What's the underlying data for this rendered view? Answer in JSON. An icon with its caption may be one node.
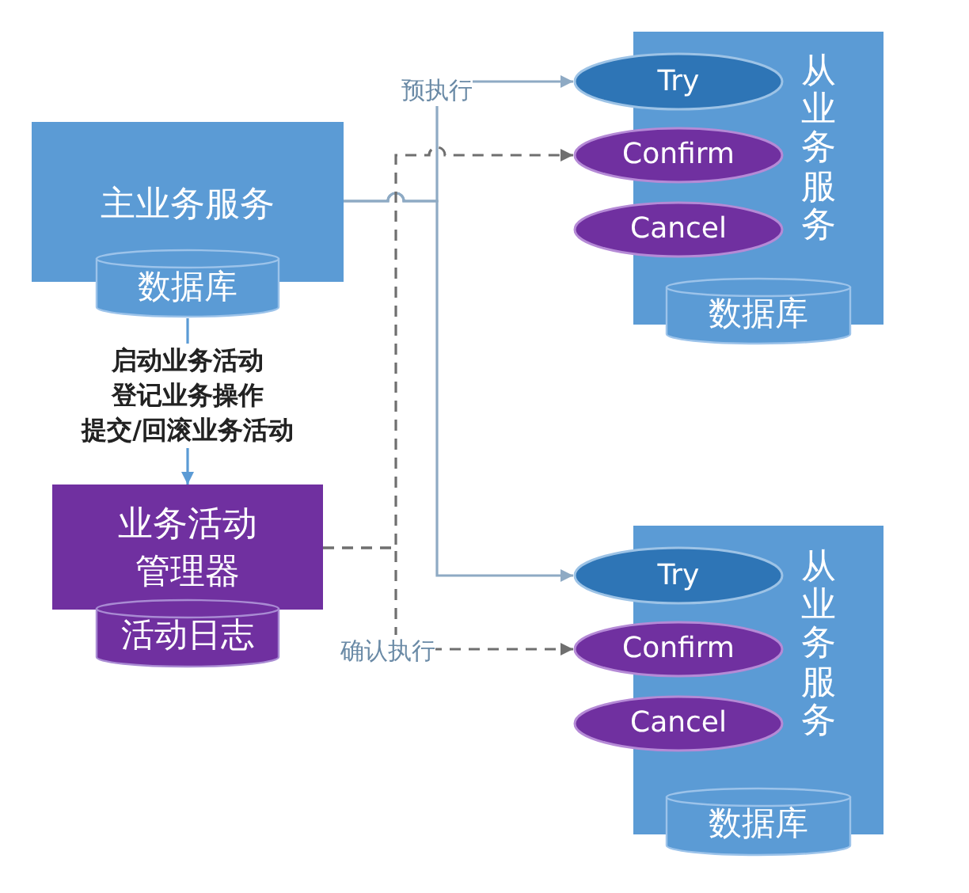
{
  "diagram": {
    "nodes": [
      {
        "text": [
          "主业务服务"
        ]
      },
      {
        "text": [
          "数据库"
        ]
      },
      {
        "text": [
          "业务活动管理器"
        ]
      },
      {
        "text": [
          "活动日志"
        ]
      },
      {
        "text": [
          "从业务服务"
        ]
      },
      {
        "text": [
          "Try"
        ]
      },
      {
        "text": [
          "Confirm"
        ]
      },
      {
        "text": [
          "Cancel"
        ]
      },
      {
        "text": [
          "数据库"
        ]
      },
      {
        "text": [
          "从业务服务"
        ]
      },
      {
        "text": [
          "Try"
        ]
      },
      {
        "text": [
          "Confirm"
        ]
      },
      {
        "text": [
          "Cancel"
        ]
      },
      {
        "text": [
          "数据库"
        ]
      }
    ],
    "edges": [
      {
        "from": 1,
        "to": 2,
        "arrow": "to",
        "label": "启动业务活动登记业务操作提交/回滚业务活动",
        "color": "#5b9bd5"
      },
      {
        "from": 0,
        "to": 5,
        "arrow": "to",
        "label": "预执行"
      },
      {
        "from": 0,
        "to": 10,
        "arrow": "to"
      },
      {
        "from": 2,
        "to": 6,
        "arrow": "to",
        "style": "dashed",
        "color": "#6f6f6f"
      },
      {
        "from": 2,
        "to": 11,
        "arrow": "to",
        "style": "dashed",
        "color": "#6f6f6f",
        "label": "确认执行"
      }
    ]
  }
}
